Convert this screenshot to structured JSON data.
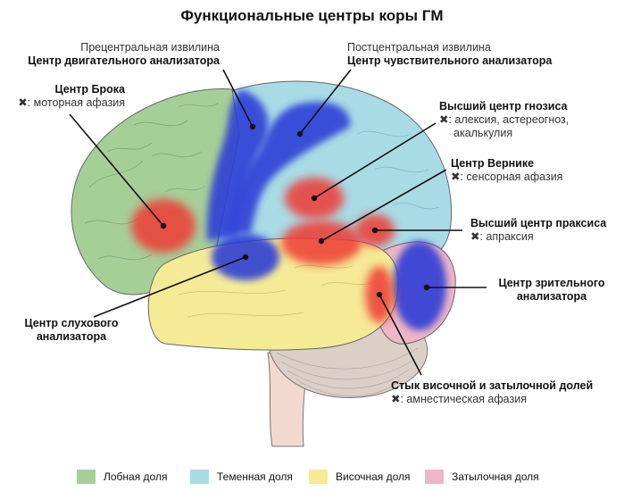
{
  "title": "Функциональные центры коры ГМ",
  "labels": {
    "precentral_top": "Прецентральная извилина",
    "precentral_bold": "Центр двигательного анализатора",
    "postcentral_top": "Постцентральная извилина",
    "postcentral_bold": "Центр чувствительного анализатора",
    "broca_bold": "Центр Брока",
    "broca_note": "✖: моторная афазия",
    "gnosis_bold": "Высший центр гнозиса",
    "gnosis_note1": "✖: алексия, астереогноз,",
    "gnosis_note2": "акалькулия",
    "wernicke_bold": "Центр Вернике",
    "wernicke_note": "✖: сенсорная афазия",
    "praxis_bold": "Высший центр праксиса",
    "praxis_note": "✖: апраксия",
    "visual_bold1": "Центр зрительного",
    "visual_bold2": "анализатора",
    "auditory_bold1": "Центр слухового",
    "auditory_bold2": "анализатора",
    "junction_bold": "Стык височной и затылочной долей",
    "junction_note": "✖: амнестическая афазия"
  },
  "legend": [
    {
      "label": "Лобная доля",
      "color": "#a6cf98"
    },
    {
      "label": "Теменная доля",
      "color": "#a9dbe5"
    },
    {
      "label": "Височная доля",
      "color": "#f5eb97"
    },
    {
      "label": "Затылочная доля",
      "color": "#eeb6c8"
    }
  ],
  "colors": {
    "motor_center": "#2a3bd6",
    "association_center": "#ef3b36",
    "outline": "#555555",
    "cerebellum": "#dccfc8"
  }
}
